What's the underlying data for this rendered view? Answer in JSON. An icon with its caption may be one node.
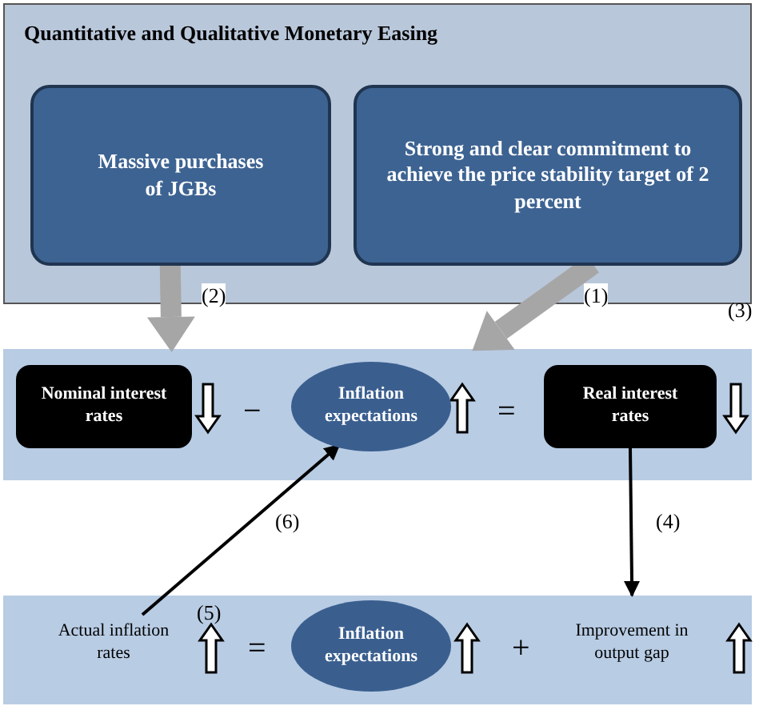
{
  "diagram": {
    "nodes": [
      {
        "text": [
          "Quantitative and Qualitative Monetary Easing"
        ]
      },
      {
        "text": [
          "Massive purchases of JGBs"
        ],
        "in": 0
      },
      {
        "text": [
          "Strong and clear commitment to achieve the price stability target of 2 percent"
        ],
        "in": 0
      },
      {
        "text": [],
        "shape": "box"
      },
      {
        "text": [
          "Nominal interest rates"
        ],
        "in": 3
      },
      {
        "text": [
          "Inflation expectations"
        ],
        "in": 3
      },
      {
        "text": [
          "Real interest rates"
        ],
        "in": 3
      },
      {
        "text": [],
        "shape": "box"
      },
      {
        "text": [
          "Actual inflation rates"
        ],
        "in": 7
      },
      {
        "text": [
          "Inflation expectations"
        ],
        "in": 7
      },
      {
        "text": [
          "Improvement in output gap"
        ],
        "in": 7
      }
    ],
    "edges": [
      {
        "from": 1,
        "to": 3,
        "arrow": "to",
        "label": "(2)",
        "style": "thick",
        "color": "#a6a6a6"
      },
      {
        "from": 2,
        "to": 3,
        "arrow": "to",
        "label": "(1)",
        "style": "thick",
        "color": "#a6a6a6"
      },
      {
        "from": 6,
        "to": 7,
        "arrow": "to",
        "label": "(4)",
        "color": "#000000"
      },
      {
        "from": 8,
        "to": 5,
        "arrow": "to",
        "label": "(6)",
        "color": "#000000"
      }
    ],
    "labels": [
      "(3)",
      "−",
      "=",
      "(5)",
      "=",
      "+"
    ]
  }
}
